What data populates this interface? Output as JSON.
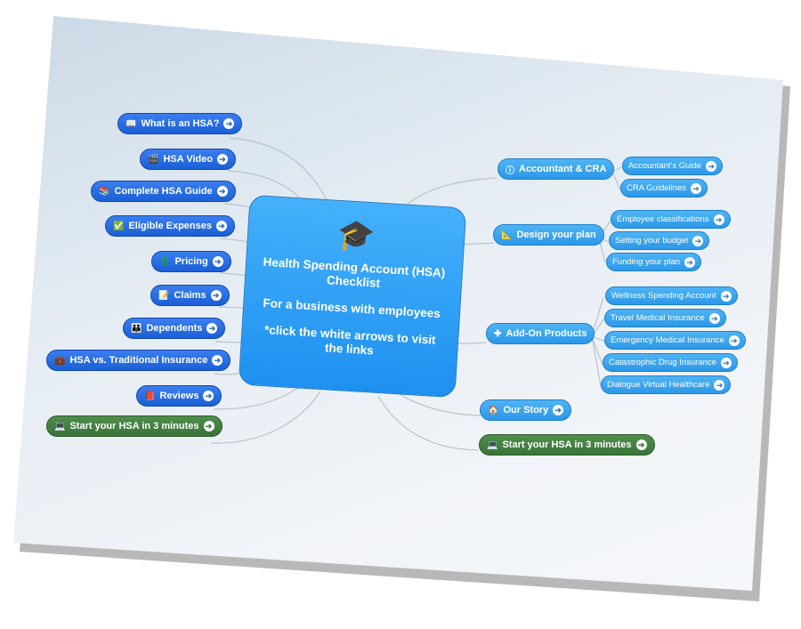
{
  "center": {
    "line1": "Health Spending Account (HSA) Checklist",
    "line2": "For a business with employees",
    "line3": "*click the white arrows to visit the links"
  },
  "left_nodes": [
    {
      "label": "What is an HSA?",
      "icon": "📖"
    },
    {
      "label": "HSA Video",
      "icon": "🎬"
    },
    {
      "label": "Complete HSA Guide",
      "icon": "📚"
    },
    {
      "label": "Eligible Expenses",
      "icon": "✅"
    },
    {
      "label": "Pricing",
      "icon": "💲"
    },
    {
      "label": "Claims",
      "icon": "📝"
    },
    {
      "label": "Dependents",
      "icon": "👪"
    },
    {
      "label": "HSA vs. Traditional Insurance",
      "icon": "💼"
    },
    {
      "label": "Reviews",
      "icon": "📕"
    },
    {
      "label": "Start your HSA in 3 minutes",
      "icon": "💻"
    }
  ],
  "right_nodes": [
    {
      "label": "Accountant & CRA",
      "icon": "ⓘ"
    },
    {
      "label": "Design your plan",
      "icon": "📐"
    },
    {
      "label": "Add-On Products",
      "icon": "✚"
    },
    {
      "label": "Our Story",
      "icon": "🏠"
    },
    {
      "label": "Start your HSA in 3 minutes",
      "icon": "💻"
    }
  ],
  "sub_nodes": {
    "accountant": [
      "Accountant's Guide",
      "CRA Guidelines"
    ],
    "design": [
      "Employee classifications",
      "Setting your budget",
      "Funding your plan"
    ],
    "addon": [
      "Wellness Spending Account",
      "Travel Medical Insurance",
      "Emergency Medical Insurance",
      "Catastrophic Drug Insurance",
      "Dialogue Virtual Healthcare"
    ]
  },
  "arrow_glyph": "➔",
  "colors": {
    "dark_blue": "#1b5fd6",
    "light_blue": "#2b98e8",
    "green": "#3b7338",
    "center": "#1e90f0"
  }
}
